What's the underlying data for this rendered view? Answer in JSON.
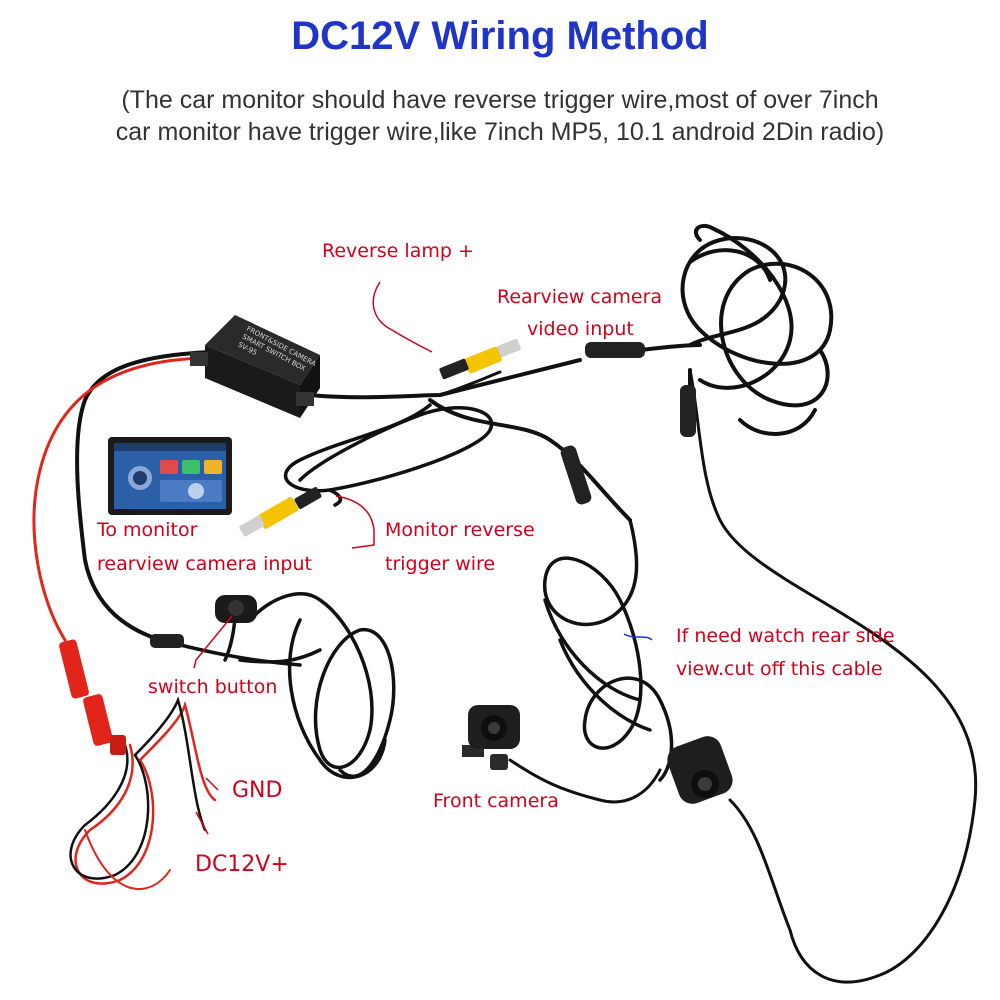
{
  "title": "DC12V Wiring Method",
  "subtitle_line1": "(The car monitor should have reverse trigger wire,most of over 7inch",
  "subtitle_line2": "car monitor have trigger wire,like 7inch MP5, 10.1 android 2Din radio)",
  "labels": {
    "reverse_lamp": "Reverse lamp +",
    "rearview_video_1": "Rearview camera",
    "rearview_video_2": "video input",
    "to_monitor_1": "To monitor",
    "to_monitor_2": "rearview camera input",
    "monitor_trigger_1": "Monitor reverse",
    "monitor_trigger_2": "trigger wire",
    "switch_button": "switch button",
    "cut_cable_1": "If need watch rear side",
    "cut_cable_2": "view.cut off this cable",
    "gnd": "GND",
    "dc12v": "DC12V+",
    "front_camera": "Front camera"
  },
  "control_box": {
    "text_line1": "FRONT&SIDE CAMERA",
    "text_line2": "SMART SWITCH BOX",
    "text_line3": "SV-95"
  },
  "colors": {
    "title": "#1f35c7",
    "label": "#d0021b",
    "cable": "#111111",
    "red_wire": "#e1251b",
    "rca_yellow": "#f4c400"
  }
}
